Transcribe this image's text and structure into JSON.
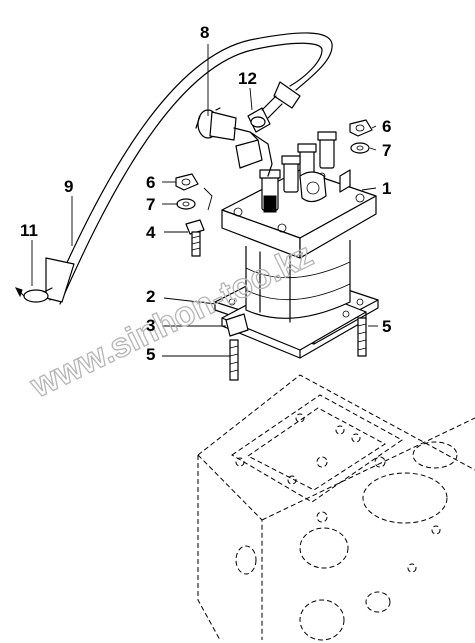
{
  "watermark": "www.sinhon-too.kz",
  "callouts": [
    {
      "id": "8",
      "label": "8"
    },
    {
      "id": "12",
      "label": "12"
    },
    {
      "id": "6a",
      "label": "6"
    },
    {
      "id": "7a",
      "label": "7"
    },
    {
      "id": "1",
      "label": "1"
    },
    {
      "id": "9",
      "label": "9"
    },
    {
      "id": "6b",
      "label": "6"
    },
    {
      "id": "7b",
      "label": "7"
    },
    {
      "id": "4",
      "label": "4"
    },
    {
      "id": "11",
      "label": "11"
    },
    {
      "id": "2",
      "label": "2"
    },
    {
      "id": "3",
      "label": "3"
    },
    {
      "id": "5a",
      "label": "5"
    },
    {
      "id": "5b",
      "label": "5"
    }
  ]
}
